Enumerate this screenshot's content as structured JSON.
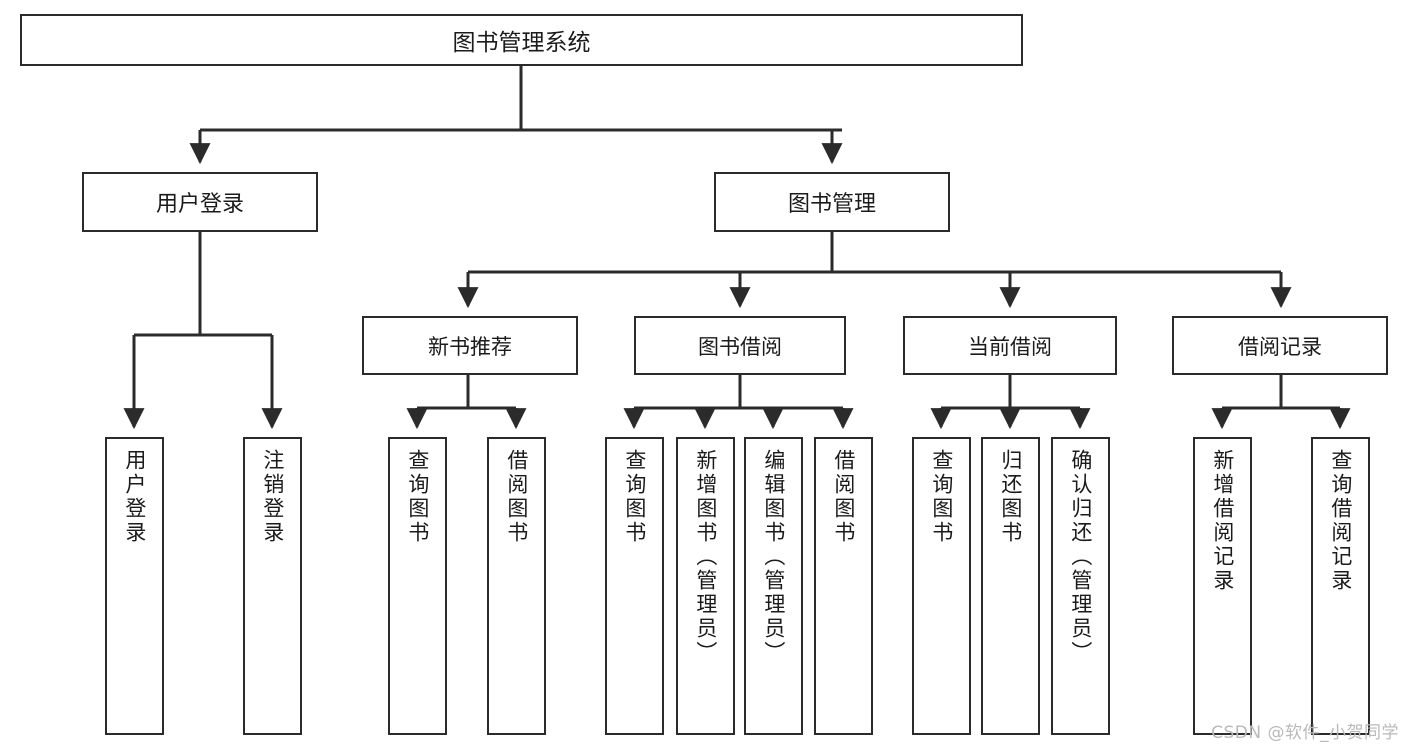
{
  "diagram": {
    "type": "tree",
    "title": "图书管理系统",
    "watermark": "CSDN @软件_小贺同学",
    "colors": {
      "stroke": "#2b2b2b",
      "fill": "#ffffff",
      "text": "#1b1b1b",
      "watermark": "#b9b9b9"
    },
    "root": {
      "label": "图书管理系统"
    },
    "level2": [
      {
        "label": "用户登录"
      },
      {
        "label": "图书管理"
      }
    ],
    "level3": [
      {
        "label": "新书推荐"
      },
      {
        "label": "图书借阅"
      },
      {
        "label": "当前借阅"
      },
      {
        "label": "借阅记录"
      }
    ],
    "leaves": {
      "user_login": [
        {
          "label": "用户登录"
        },
        {
          "label": "注销登录"
        }
      ],
      "new_book": [
        {
          "label": "查询图书"
        },
        {
          "label": "借阅图书"
        }
      ],
      "book_borrow": [
        {
          "label": "查询图书"
        },
        {
          "label": "新增图书（管理员）"
        },
        {
          "label": "编辑图书（管理员）"
        },
        {
          "label": "借阅图书"
        }
      ],
      "current_borrow": [
        {
          "label": "查询图书"
        },
        {
          "label": "归还图书"
        },
        {
          "label": "确认归还（管理员）"
        }
      ],
      "borrow_record": [
        {
          "label": "新增借阅记录"
        },
        {
          "label": "查询借阅记录"
        }
      ]
    }
  }
}
